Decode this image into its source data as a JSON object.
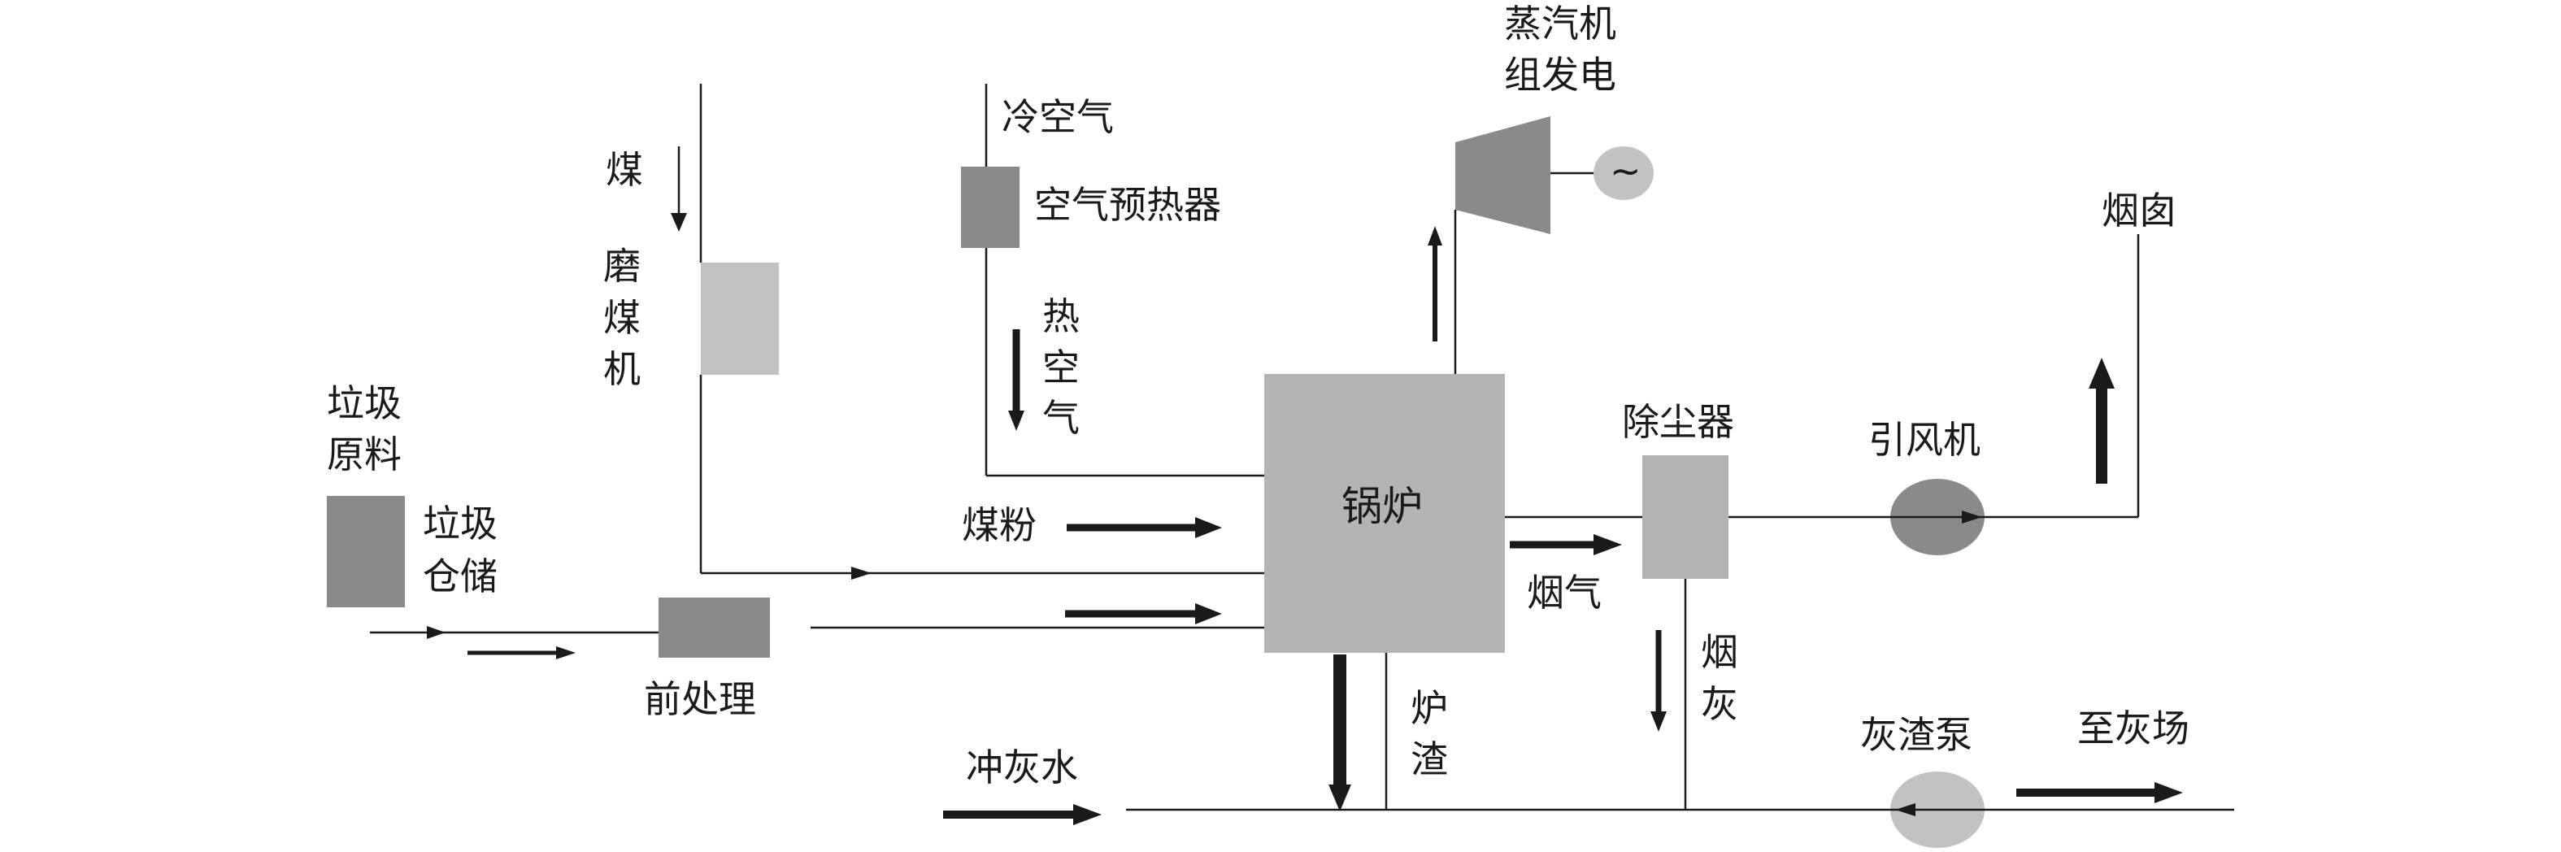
{
  "labels": {
    "garbage_raw": [
      "垃圾",
      "原料"
    ],
    "garbage_storage": [
      "垃圾",
      "仓储"
    ],
    "pretreatment": "前处理",
    "coal": "煤",
    "coal_mill": [
      "磨",
      "煤",
      "机"
    ],
    "cold_air": "冷空气",
    "air_preheater": "空气预热器",
    "hot_air": [
      "热",
      "空",
      "气"
    ],
    "pulverized_coal": "煤粉",
    "boiler": "锅炉",
    "steam_turbine": [
      "蒸汽机",
      "组发电"
    ],
    "generator_symbol": "~",
    "flue_gas": "烟气",
    "dust_collector": "除尘器",
    "induced_fan": "引风机",
    "chimney": "烟囱",
    "fly_ash": [
      "烟",
      "灰"
    ],
    "slag": [
      "炉",
      "渣"
    ],
    "flush_water": "冲灰水",
    "ash_pump": "灰渣泵",
    "to_ash_yard": "至灰场"
  },
  "colors": {
    "boiler": "#b3b3b3",
    "dust_collector": "#b3b3b3",
    "coal_mill": "#c2c2c2",
    "air_preheater": "#8a8a8a",
    "garbage_storage": "#8a8a8a",
    "pretreatment": "#8a8a8a",
    "turbine": "#8a8a8a",
    "generator": "#c2c2c2",
    "fan": "#8a8a8a",
    "pump": "#c2c2c2",
    "line": "#1a1a1a"
  }
}
